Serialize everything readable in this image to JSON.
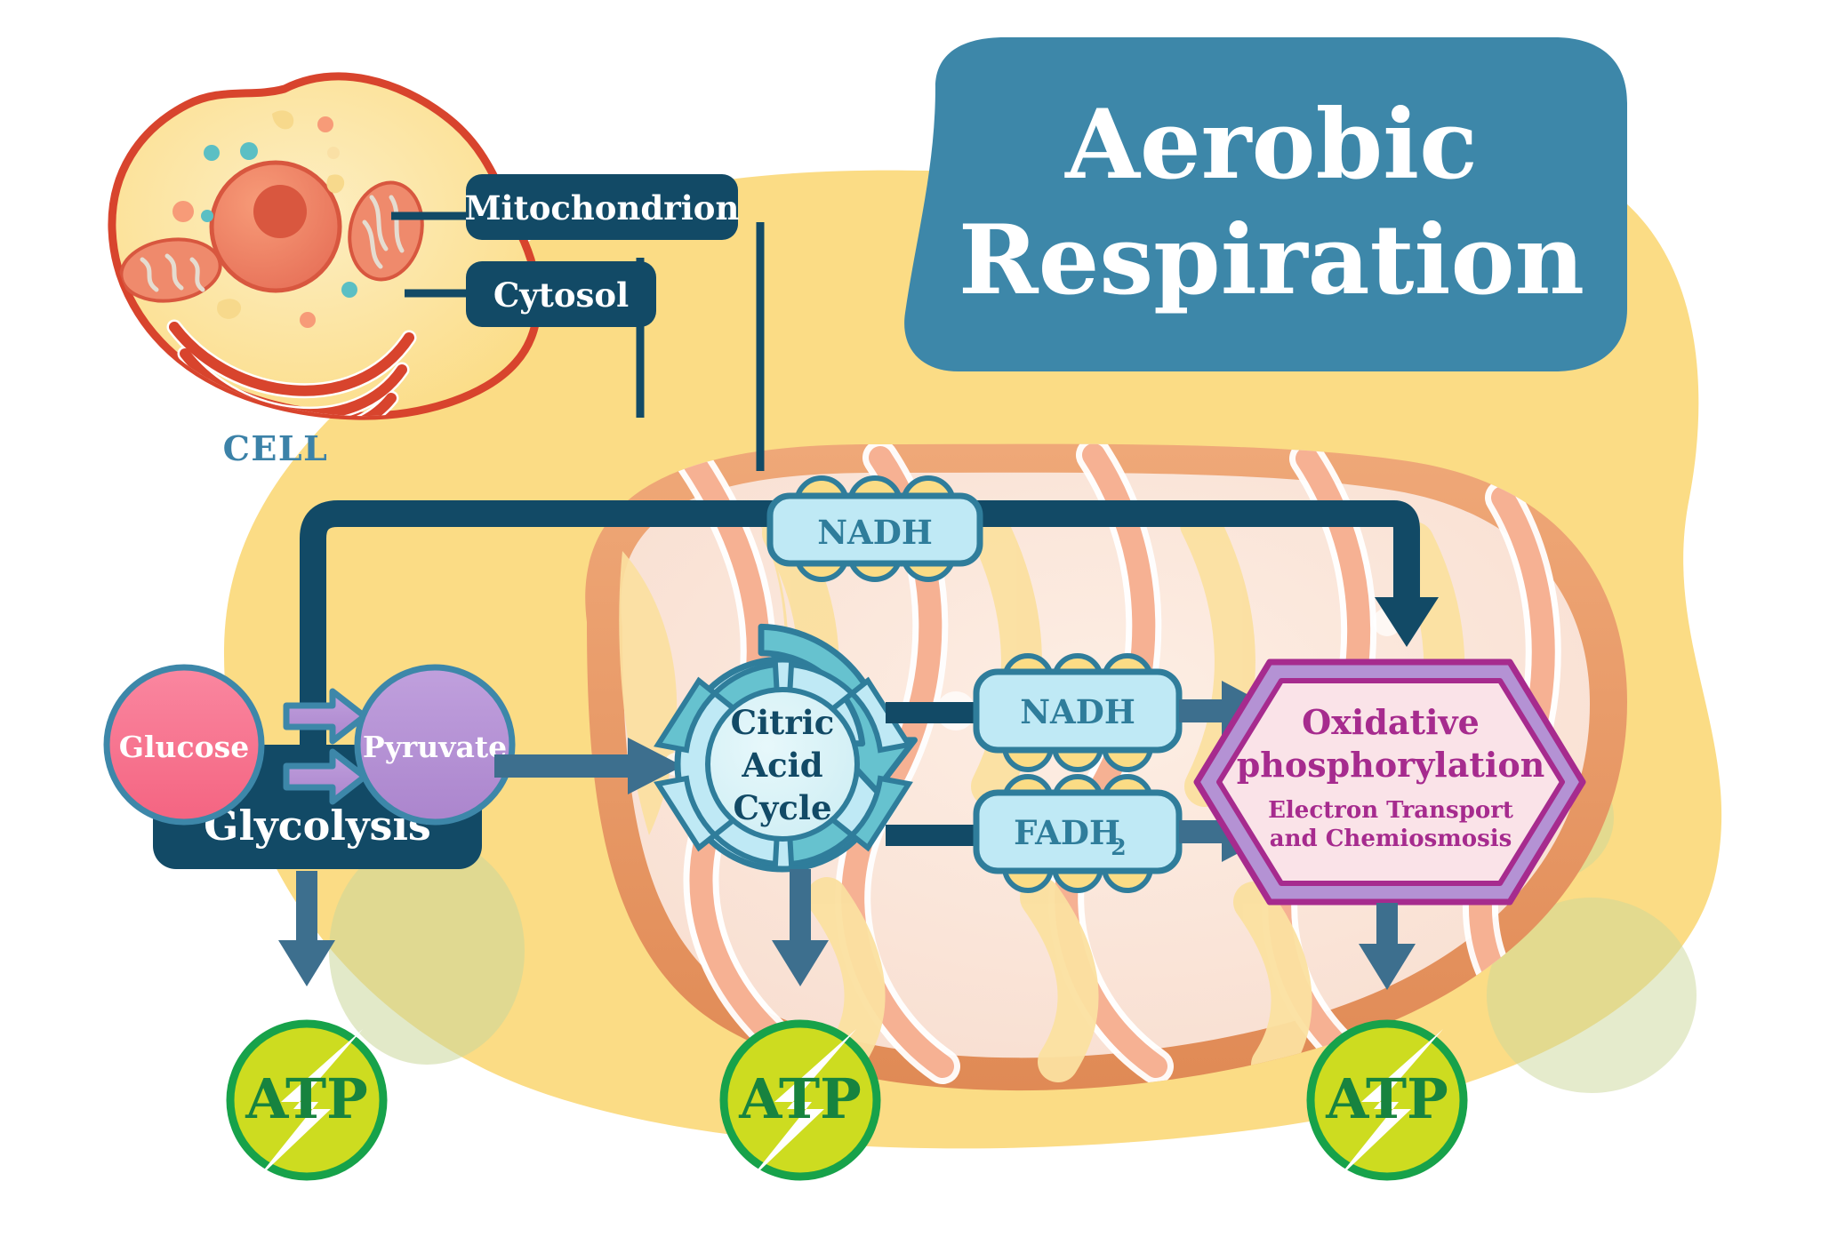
{
  "title": {
    "line1": "Aerobic",
    "line2": "Respiration",
    "bg_color": "#3d87a9",
    "text_color": "#ffffff"
  },
  "cell": {
    "caption": "CELL",
    "caption_color": "#3c82a8",
    "body_color": "#fbe0a0",
    "membrane_color": "#d8442d",
    "nucleus_color": "#ef7e60",
    "organelle_names": [
      "nucleus",
      "mitochondrion",
      "golgi-apparatus",
      "vesicle"
    ]
  },
  "callouts": [
    {
      "label": "Mitochondrion",
      "bg": "#124a66",
      "fg": "#ffffff"
    },
    {
      "label": "Cytosol",
      "bg": "#124a66",
      "fg": "#ffffff"
    }
  ],
  "glycolysis": {
    "box_label": "Glycolysis",
    "box_color": "#124a66",
    "glucose": {
      "label": "Glucose",
      "fill": "#f8748f",
      "stroke": "#3d87a9"
    },
    "pyruvate": {
      "label": "Pyruvate",
      "fill": "#b492d4",
      "stroke": "#3d87a9"
    },
    "arrow_color": "#b492d4",
    "arrow_count": 2
  },
  "citric_acid_cycle": {
    "line1": "Citric",
    "line2": "Acid",
    "line3": "Cycle",
    "ring_color": "#66c2cf",
    "ring_light": "#bfe9f5",
    "text_color": "#124a66"
  },
  "carriers": {
    "top": {
      "label": "NADH",
      "fill": "#bfe9f5",
      "stroke": "#2f7d9b",
      "text": "#2f7d9b"
    },
    "from_cycle": [
      {
        "label": "NADH",
        "fill": "#bfe9f5",
        "stroke": "#2f7d9b",
        "text": "#2f7d9b"
      },
      {
        "label": "FADH",
        "sub": "2",
        "fill": "#bfe9f5",
        "stroke": "#2f7d9b",
        "text": "#2f7d9b"
      }
    ]
  },
  "oxidative": {
    "line1": "Oxidative",
    "line2": "phosphorylation",
    "sub1": "Electron Transport",
    "sub2": "and Chemiosmosis",
    "fill": "#fae3e8",
    "band": "#b492d4",
    "stroke": "#a62b8e",
    "text_color": "#a62b8e"
  },
  "atp": {
    "label": "ATP",
    "count": 3,
    "circle_fill": "#cddc20",
    "circle_stroke": "#17a24a",
    "text_color": "#17833f",
    "bolt_color": "#ffffff"
  },
  "mitochondrion": {
    "outer_membrane": "#e9935f",
    "inner_fill": "#fae0d2",
    "cristae": "#f6b193",
    "matrix": "#fbe0a0",
    "highlight": "#ffffff"
  },
  "background": {
    "blob_color": "#fbdc85",
    "green_spot": "#cbd79a",
    "page_bg": "#ffffff"
  },
  "connectors": {
    "pipe_color": "#124a66",
    "arrow_color": "#3d6f8e"
  }
}
